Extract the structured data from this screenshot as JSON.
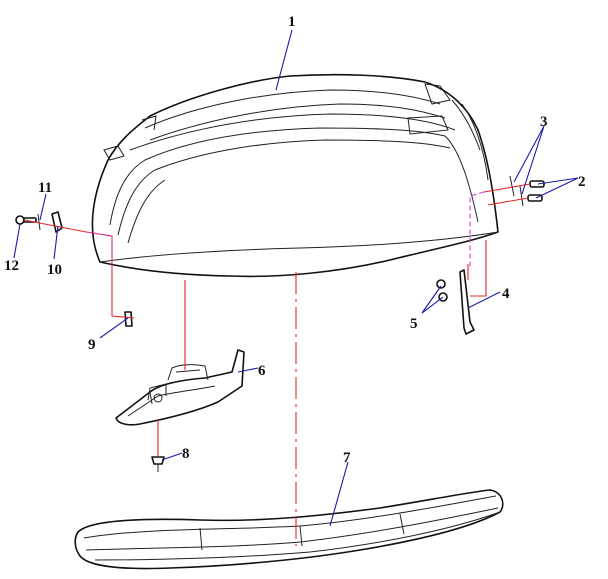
{
  "colors": {
    "outline": "#111111",
    "assembly_line_red": "#e02828",
    "assembly_line_magenta": "#d040d0",
    "leader_blue": "#1a1aa8"
  },
  "callouts": [
    {
      "id": "c1",
      "label": "1"
    },
    {
      "id": "c2",
      "label": "2"
    },
    {
      "id": "c3",
      "label": "3"
    },
    {
      "id": "c4",
      "label": "4"
    },
    {
      "id": "c5",
      "label": "5"
    },
    {
      "id": "c6",
      "label": "6"
    },
    {
      "id": "c7",
      "label": "7"
    },
    {
      "id": "c8",
      "label": "8"
    },
    {
      "id": "c9",
      "label": "9"
    },
    {
      "id": "c10",
      "label": "10"
    },
    {
      "id": "c11",
      "label": "11"
    },
    {
      "id": "c12",
      "label": "12"
    }
  ]
}
